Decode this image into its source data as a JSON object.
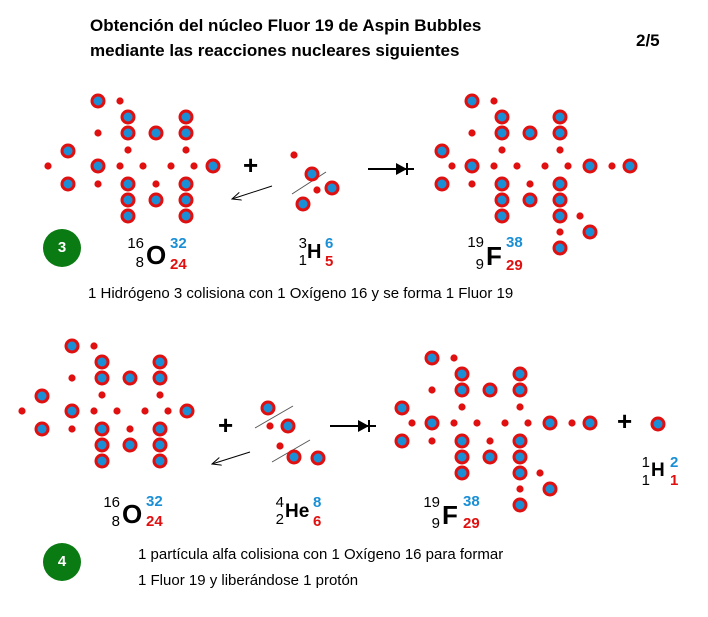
{
  "title": {
    "line1": "Obtención del núcleo  Fluor 19 de Aspin Bubbles",
    "line2": "mediante las reacciones nucleares siguientes"
  },
  "page_number": "2/5",
  "reaction3": {
    "badge": "3",
    "plus": "+",
    "caption": "1 Hidrógeno 3  colisiona con  1 Oxígeno 16  y se forma 1 Fluor 19",
    "oxygen": {
      "mass": "16",
      "atomic": "8",
      "symbol": "O",
      "blue": "32",
      "red": "24"
    },
    "hydrogen": {
      "mass": "3",
      "atomic": "1",
      "symbol": "H",
      "blue": "6",
      "red": "5"
    },
    "fluor": {
      "mass": "19",
      "atomic": "9",
      "symbol": "F",
      "blue": "38",
      "red": "29"
    }
  },
  "reaction4": {
    "badge": "4",
    "plus1": "+",
    "plus2": "+",
    "caption_line1": "1 partícula alfa colisiona con  1 Oxígeno 16  para formar",
    "caption_line2": "1 Fluor 19  y liberándose 1 protón",
    "oxygen": {
      "mass": "16",
      "atomic": "8",
      "symbol": "O",
      "blue": "32",
      "red": "24"
    },
    "helium": {
      "mass": "4",
      "atomic": "2",
      "symbol": "He",
      "blue": "8",
      "red": "6"
    },
    "fluor": {
      "mass": "19",
      "atomic": "9",
      "symbol": "F",
      "blue": "38",
      "red": "29"
    },
    "proton": {
      "mass": "1",
      "atomic": "1",
      "symbol": "H",
      "blue": "2",
      "red": "1"
    }
  },
  "colors": {
    "bubble_fill": "#1a8fd6",
    "bubble_ring": "#e01010",
    "dot": "#e01010",
    "badge": "#0a7a12"
  }
}
